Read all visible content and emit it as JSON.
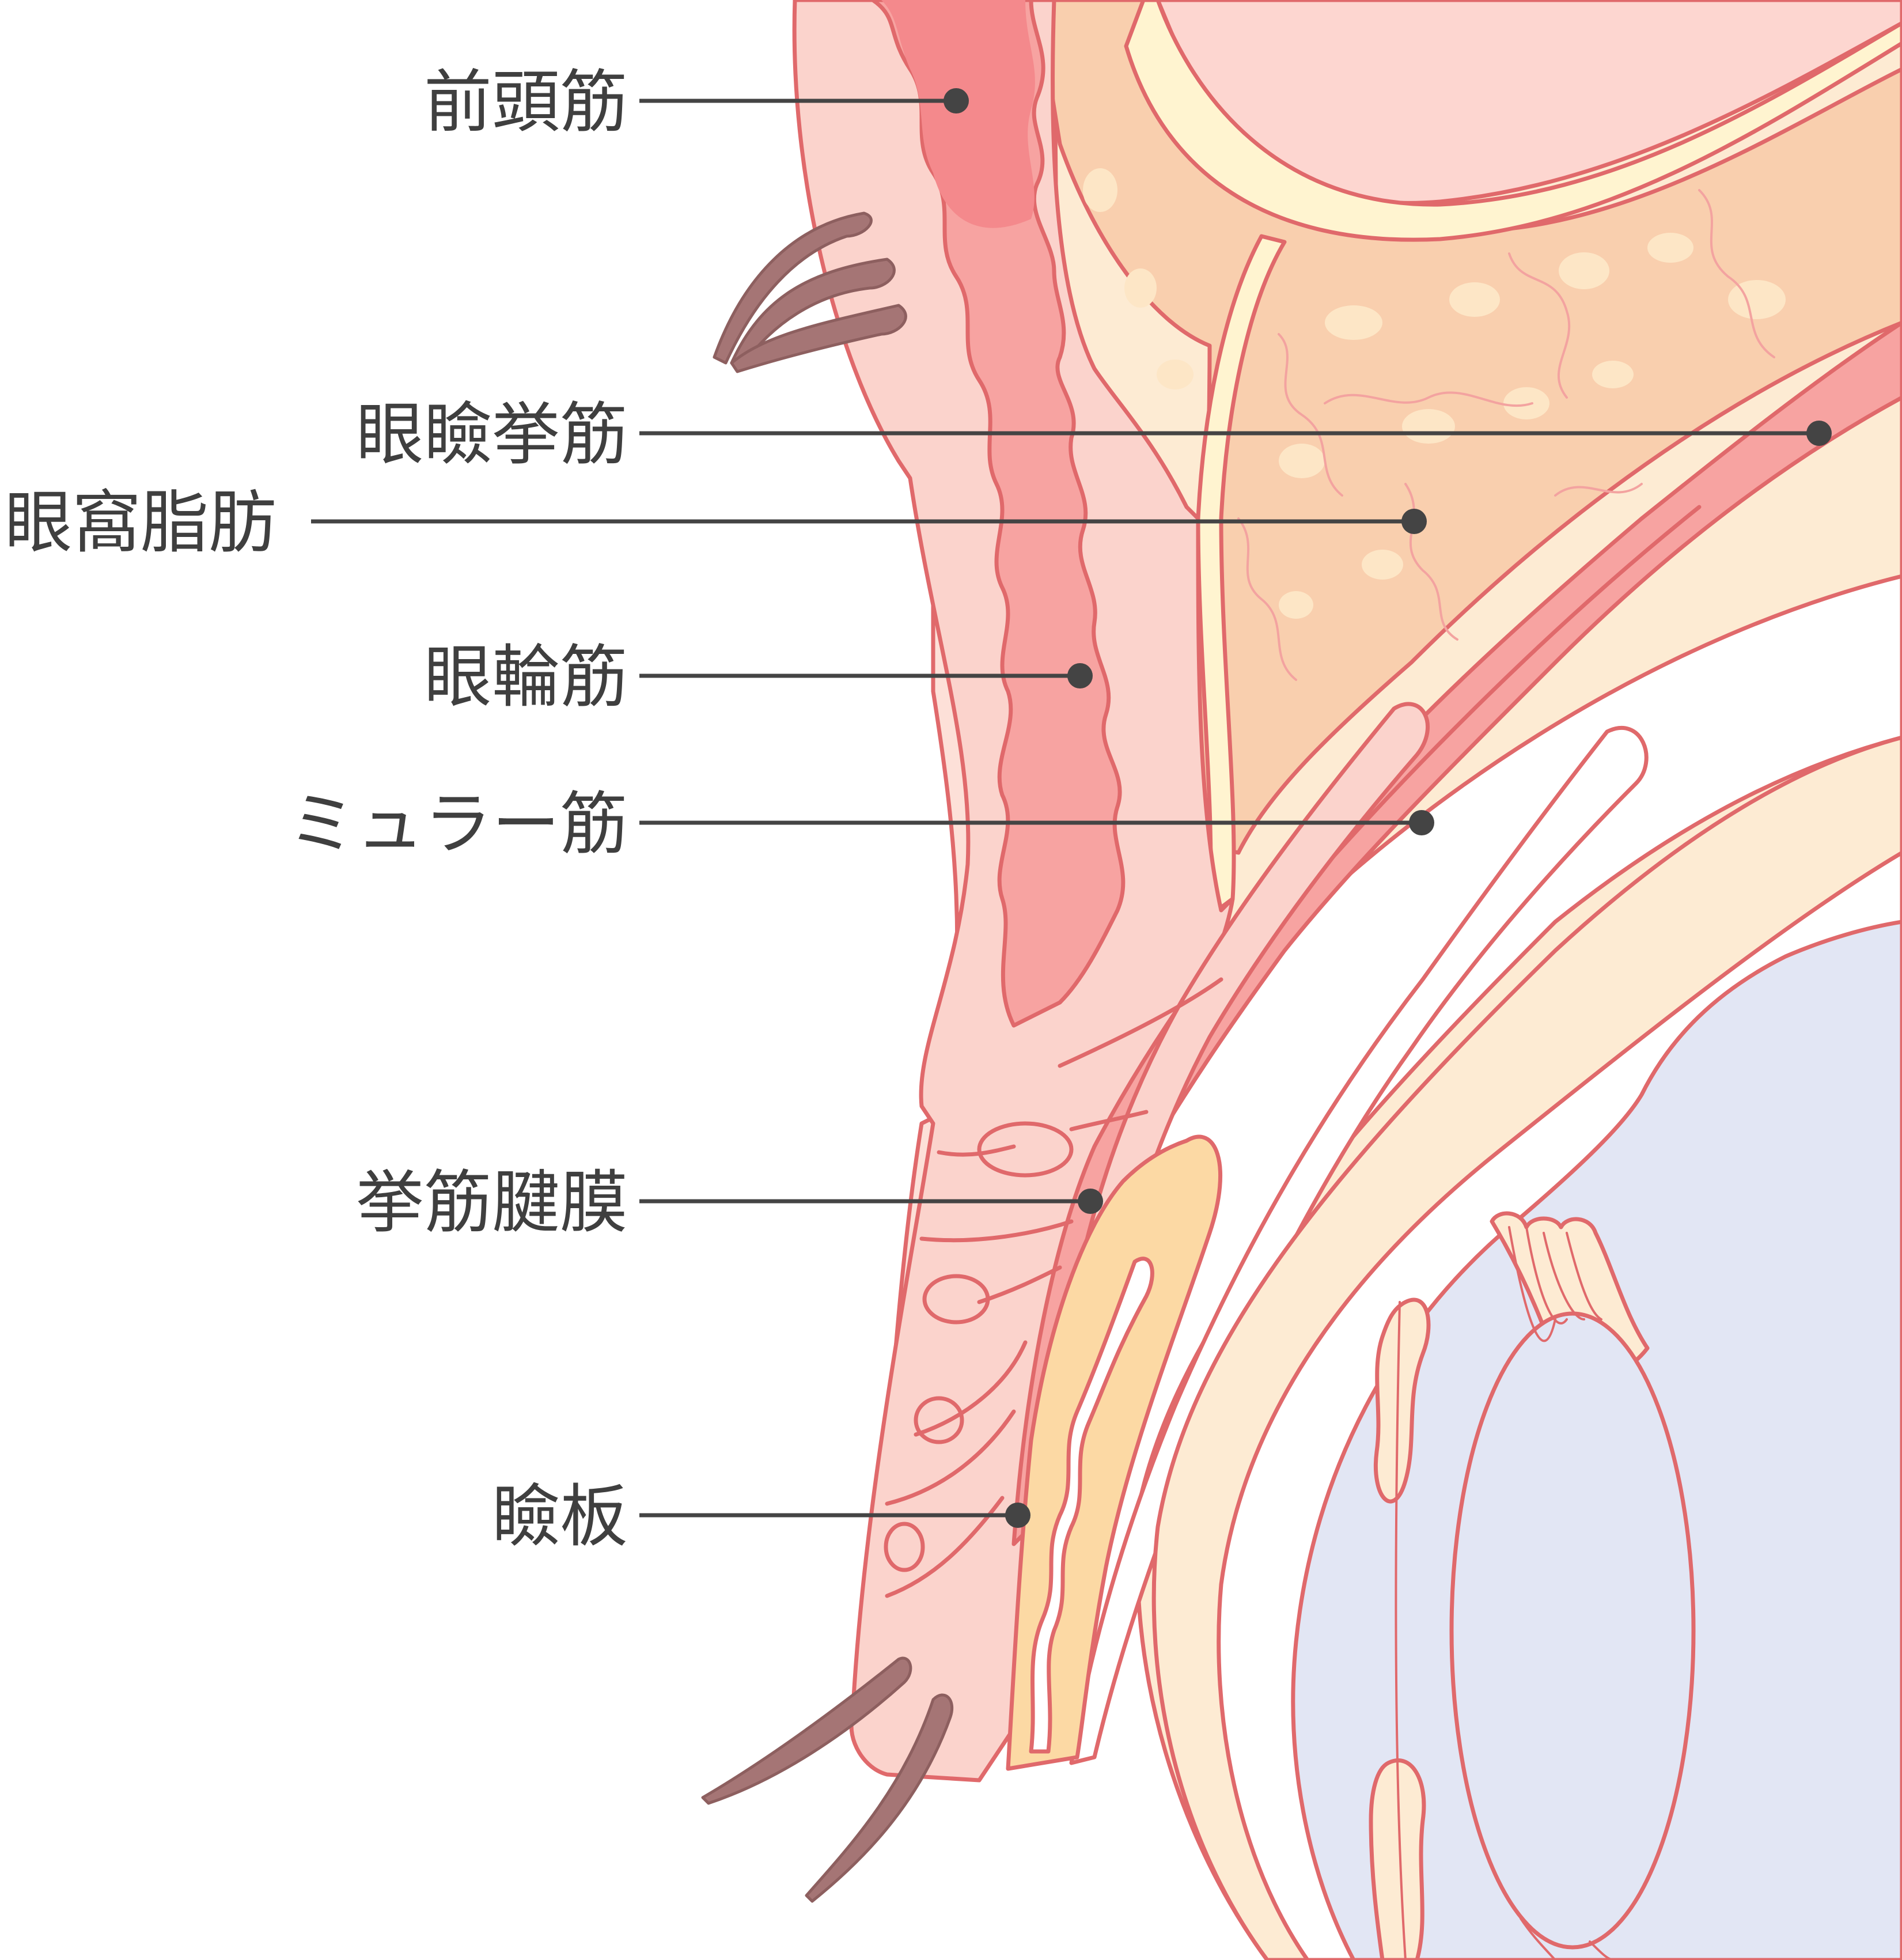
{
  "labels": {
    "frontalis": "前頭筋",
    "levator": "眼瞼挙筋",
    "orbital_fat": "眼窩脂肪",
    "orbicularis": "眼輪筋",
    "muller": "ミュラー筋",
    "aponeurosis": "挙筋腱膜",
    "tarsus": "瞼板"
  },
  "colors": {
    "outline": "#e0696b",
    "skin": "#fbe2dc",
    "muscle": "#f7a3a1",
    "muscle_dark": "#f4898c",
    "fat": "#f9cfae",
    "tendon": "#fff4d0",
    "tarsus": "#fcd9a4",
    "eyeball": "#e2e6f4",
    "lashes": "#a57575",
    "leader": "#444444"
  }
}
